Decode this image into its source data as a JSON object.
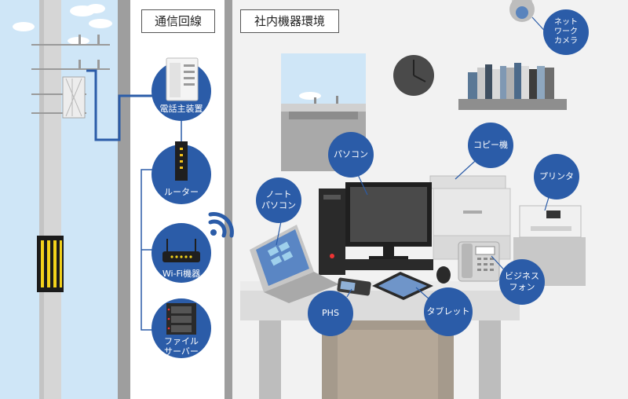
{
  "sections": {
    "communication_line": "通信回線",
    "office_environment": "社内機器環境"
  },
  "network_nodes": [
    {
      "name": "pbx",
      "label": "電話主装置"
    },
    {
      "name": "router",
      "label": "ルーター"
    },
    {
      "name": "wifi",
      "label": "Wi-Fi機器"
    },
    {
      "name": "file_server",
      "label": "ファイル\nサーバー"
    }
  ],
  "devices": {
    "network_camera": "ネット\nワーク\nカメラ",
    "copier": "コピー機",
    "printer": "プリンタ",
    "pc": "パソコン",
    "laptop": "ノート\nパソコン",
    "business_phone": "ビジネス\nフォン",
    "phs": "PHS",
    "tablet": "タブレット"
  },
  "colors": {
    "bubble": "#2b5ca8",
    "cable": "#2b5ca8",
    "sky": "#cfe6f7",
    "pole": "#d8d8d8",
    "wall": "#f2f2f2"
  },
  "icons": [
    "pbx-unit-icon",
    "router-icon",
    "wifi-access-point-icon",
    "file-server-icon",
    "wifi-signal-icon",
    "wall-clock-icon",
    "bookshelf-icon"
  ]
}
